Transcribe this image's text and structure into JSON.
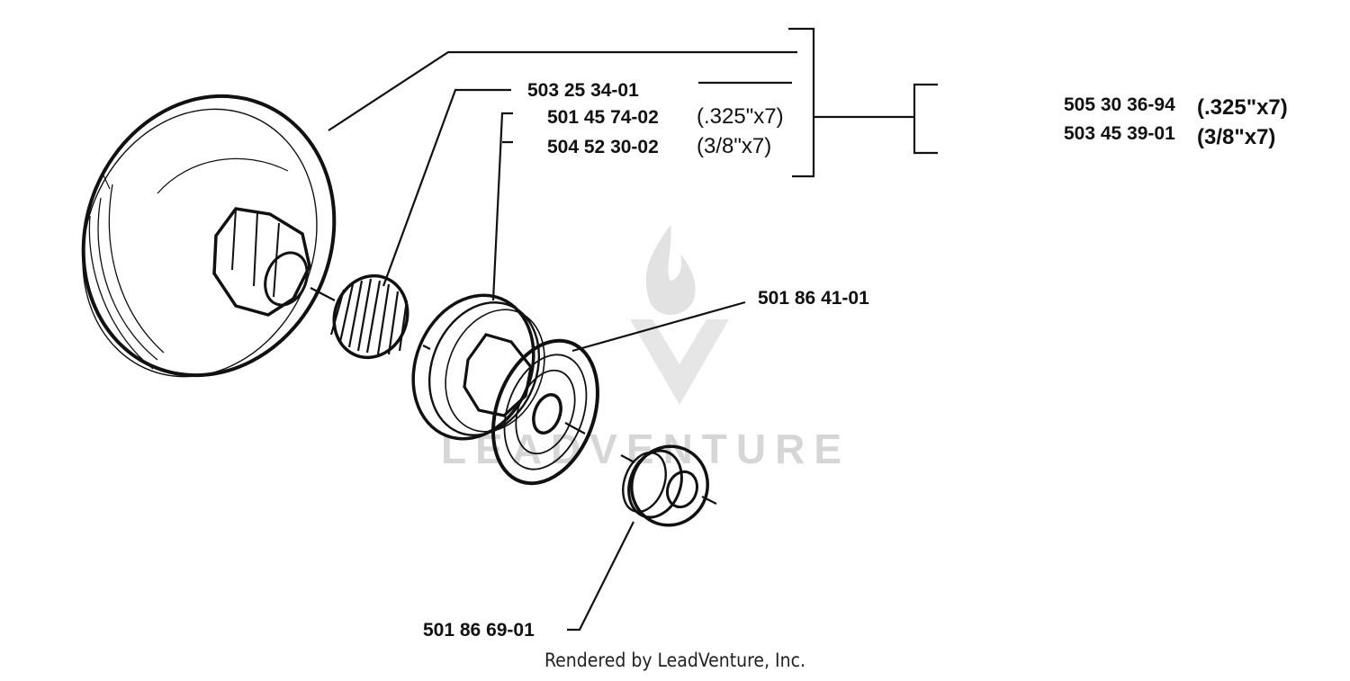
{
  "parts": {
    "needle_bearing": "503 25 34-01",
    "rim_sprocket_325": "501 45 74-02",
    "rim_sprocket_325_spec": "(.325\"x7)",
    "rim_sprocket_38": "504 52 30-02",
    "rim_sprocket_38_spec": "(3/8\"x7)",
    "washer": "501 86 41-01",
    "nut": "501 86 69-01"
  },
  "kits": {
    "kit_325": "505 30 36-94",
    "kit_325_spec": "(.325\"x7)",
    "kit_38": "503 45 39-01",
    "kit_38_spec": "(3/8\"x7)"
  },
  "watermark": "LEADVENTURE",
  "credit": "Rendered by LeadVenture, Inc.",
  "colors": {
    "ink": "#111111",
    "paper": "#ffffff",
    "watermark": "#d6d6d6"
  }
}
